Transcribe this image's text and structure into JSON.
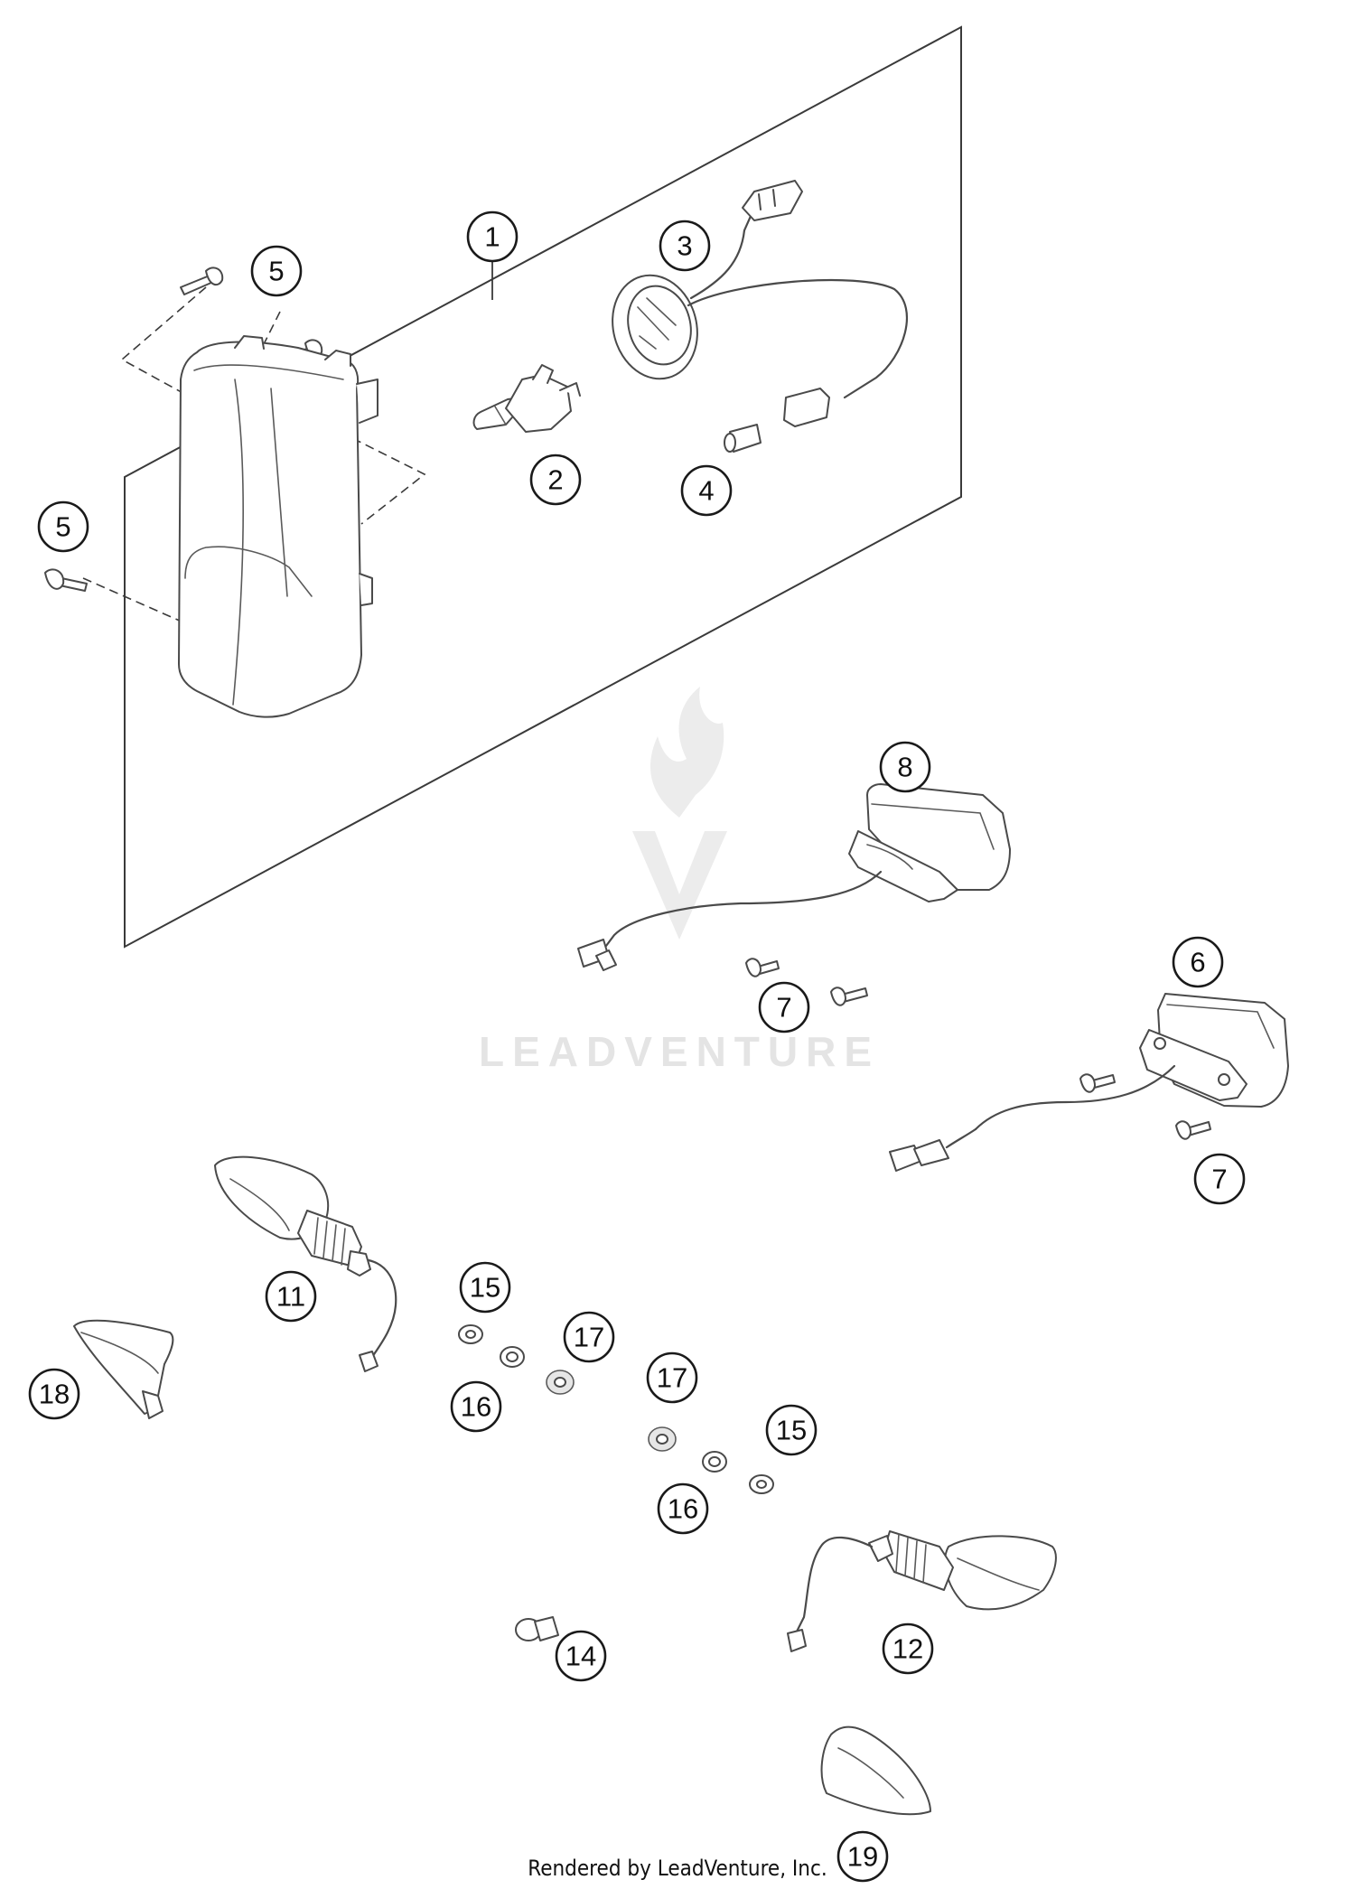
{
  "watermark": {
    "text": "LEADVENTURE"
  },
  "callouts": [
    {
      "id": "c1",
      "label": "1"
    },
    {
      "id": "c2",
      "label": "2"
    },
    {
      "id": "c3",
      "label": "3"
    },
    {
      "id": "c4",
      "label": "4"
    },
    {
      "id": "c5a",
      "label": "5"
    },
    {
      "id": "c5b",
      "label": "5"
    },
    {
      "id": "c6",
      "label": "6"
    },
    {
      "id": "c7a",
      "label": "7"
    },
    {
      "id": "c7b",
      "label": "7"
    },
    {
      "id": "c8",
      "label": "8"
    },
    {
      "id": "c11",
      "label": "11"
    },
    {
      "id": "c12",
      "label": "12"
    },
    {
      "id": "c14",
      "label": "14"
    },
    {
      "id": "c15a",
      "label": "15"
    },
    {
      "id": "c15b",
      "label": "15"
    },
    {
      "id": "c16a",
      "label": "16"
    },
    {
      "id": "c16b",
      "label": "16"
    },
    {
      "id": "c17a",
      "label": "17"
    },
    {
      "id": "c17b",
      "label": "17"
    },
    {
      "id": "c18",
      "label": "18"
    },
    {
      "id": "c19",
      "label": "19"
    }
  ],
  "footer": {
    "text": "Rendered by LeadVenture, Inc."
  }
}
